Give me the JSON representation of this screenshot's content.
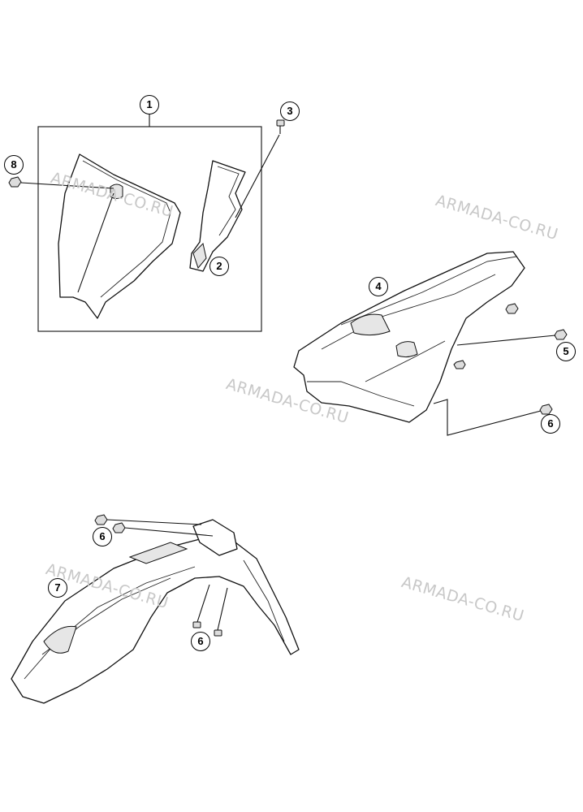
{
  "watermarks": {
    "w1": "ARMADA-CO.RU",
    "w2": "ARMADA-CO.RU",
    "w3": "ARMADA-CO.RU",
    "w4": "ARMADA-CO.RU",
    "w5": "ARMADA-CO.RU"
  },
  "callouts": {
    "c1": "1",
    "c2": "2",
    "c3": "3",
    "c4": "4",
    "c5": "5",
    "c6a": "6",
    "c6b": "6",
    "c6c": "6",
    "c7": "7",
    "c8": "8"
  },
  "colors": {
    "line": "#111111",
    "watermark": "#c8c8c8",
    "background": "#ffffff"
  }
}
